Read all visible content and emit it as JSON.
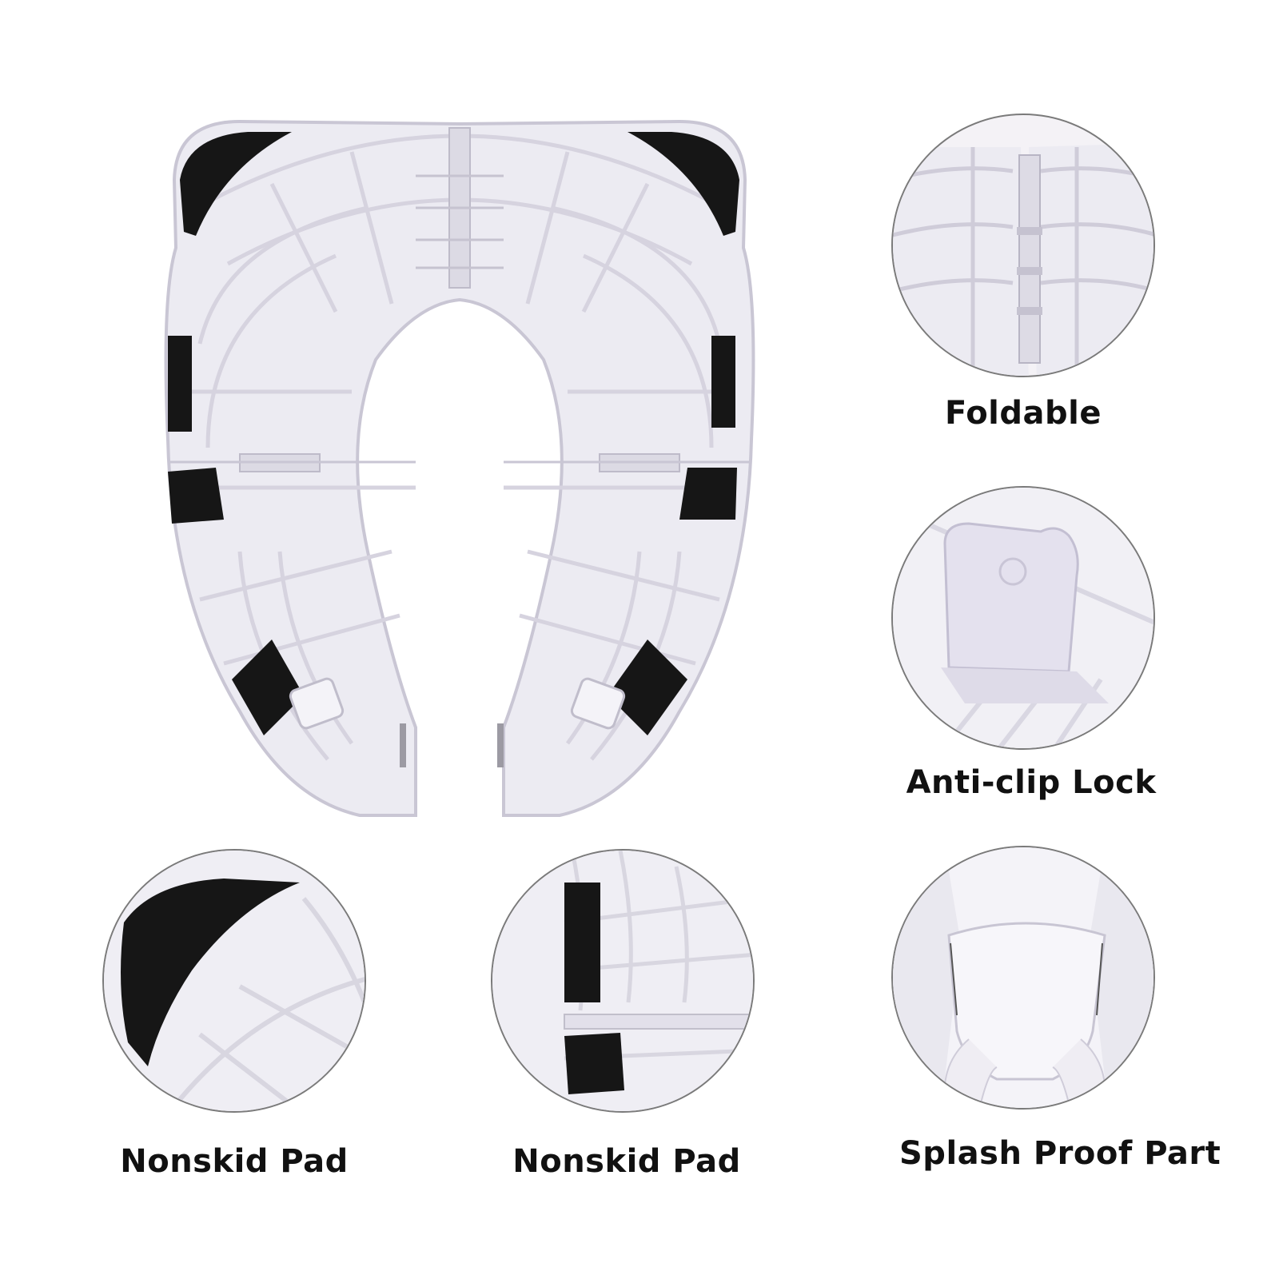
{
  "features": {
    "foldable": {
      "label": "Foldable"
    },
    "anti_clip": {
      "label": "Anti-clip Lock"
    },
    "splash": {
      "label": "Splash Proof Part"
    },
    "nonskid_left": {
      "label": "Nonskid Pad"
    },
    "nonskid_right": {
      "label": "Nonskid Pad"
    }
  },
  "colors": {
    "plastic": "#ecebf2",
    "rib": "#d9d7e2",
    "pad": "#161616",
    "outline": "#7a7a7a"
  }
}
